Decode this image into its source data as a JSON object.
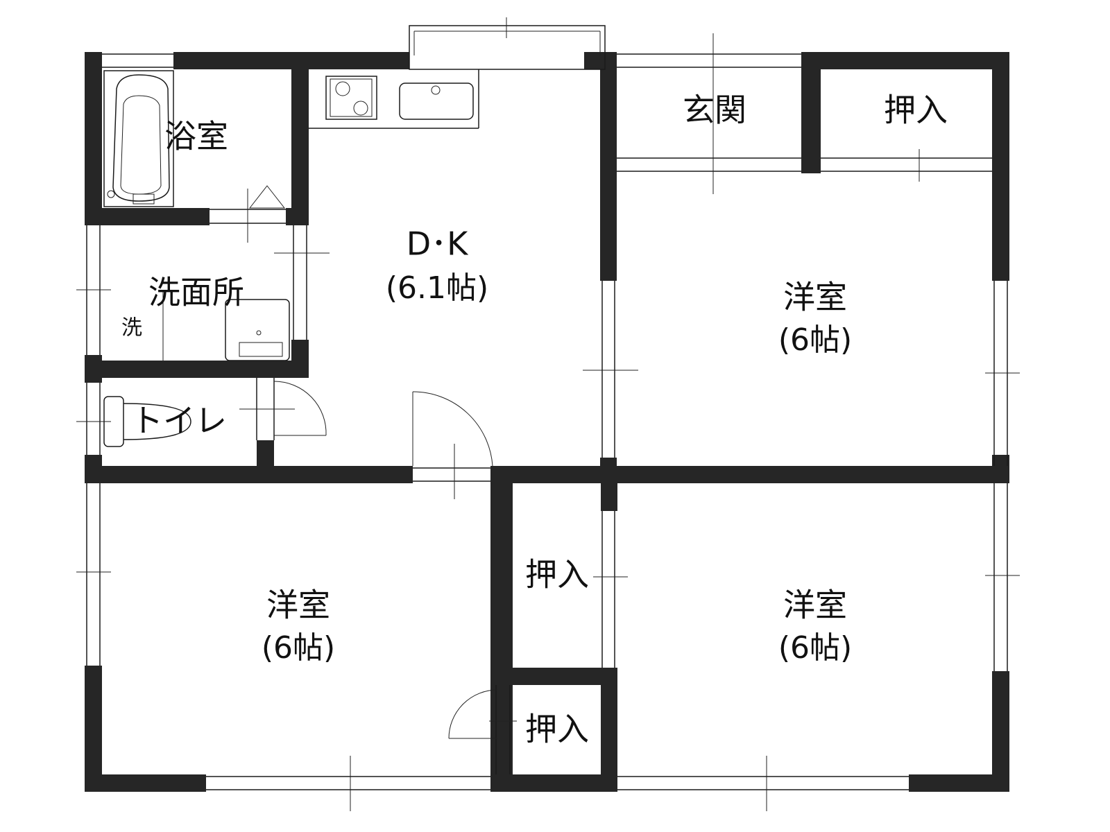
{
  "rooms": {
    "bath": {
      "name": "浴室"
    },
    "washroom": {
      "name": "洗面所",
      "washer_mark": "洗"
    },
    "toilet": {
      "name": "トイレ"
    },
    "dk": {
      "name": "D･K",
      "size": "(6.1帖)"
    },
    "entrance": {
      "name": "玄関"
    },
    "closet_top_right": {
      "name": "押入"
    },
    "western_upper_right": {
      "name": "洋室",
      "size": "(6帖)"
    },
    "western_lower_left": {
      "name": "洋室",
      "size": "(6帖)"
    },
    "closet_middle": {
      "name": "押入"
    },
    "closet_small": {
      "name": "押入"
    },
    "western_lower_right": {
      "name": "洋室",
      "size": "(6帖)"
    }
  },
  "colors": {
    "wall": "#262626",
    "line": "#1a1a1a",
    "background": "#ffffff"
  }
}
